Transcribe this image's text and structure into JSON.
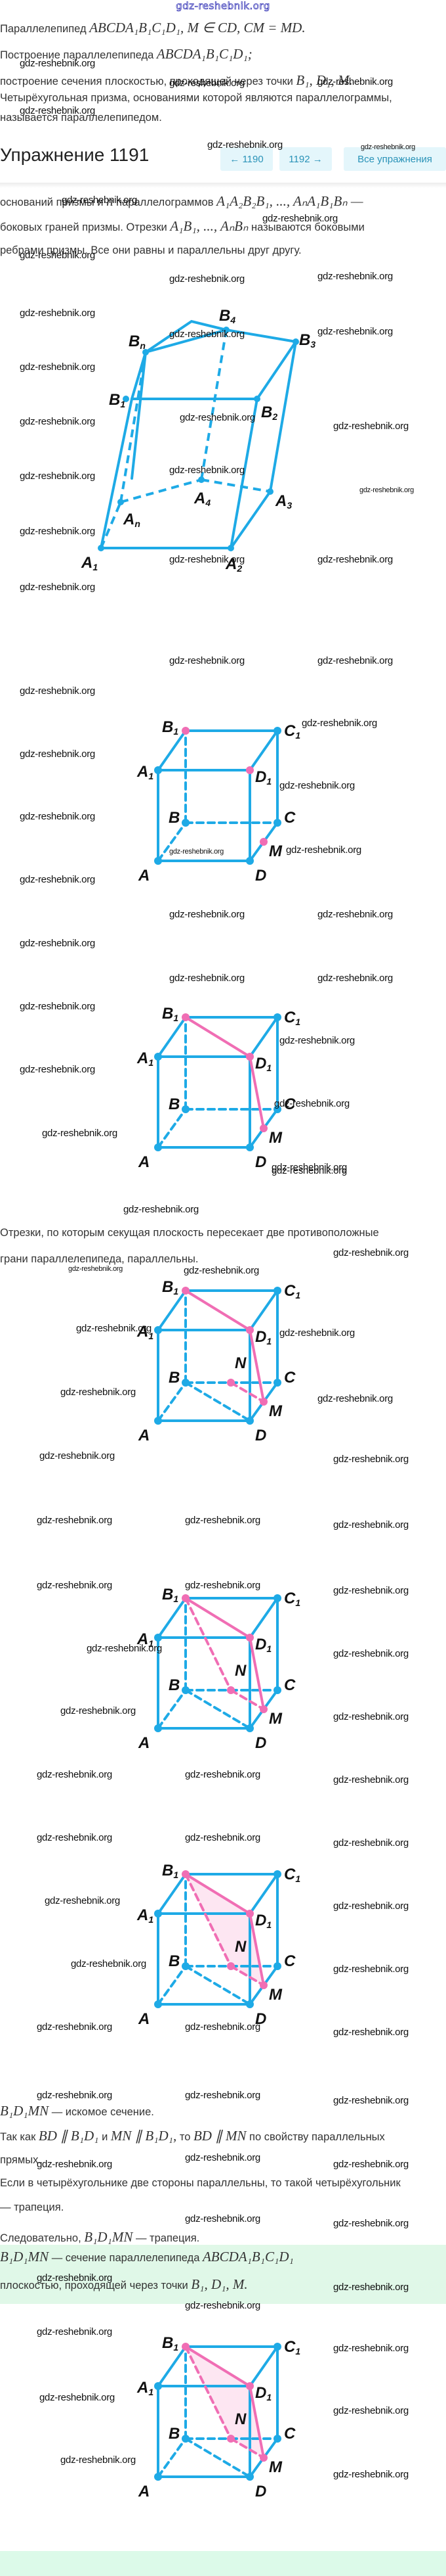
{
  "site": {
    "logo": "gdz-reshebnik.org",
    "watermark": "gdz-reshebnik.org"
  },
  "given": {
    "line1_text": "Параллелепипед ",
    "line1_math": "ABCDA₁B₁C₁D₁, M ∈ CD, CM = MD.",
    "line2_text": "Построение параллелепипеда ",
    "line2_math": "ABCDA₁B₁C₁D₁;",
    "line3_text": "построение сечения плоскостью, проходящей через точки ",
    "line3_math": "B₁, D₁, M.",
    "line4_text": "Четырёхугольная призма, основаниями которой являются параллелограммы,",
    "line5_text": "называется параллелепипедом."
  },
  "header": {
    "title": "Упражнение 1191",
    "prev_label": "← 1190",
    "next_label": "1192 →",
    "all_label": "Все упражнения"
  },
  "prism_text": {
    "line1_text": "оснований призмы и ",
    "line1_n": "n",
    "line1_text2": " параллелограммов ",
    "line1_math": "A₁A₂B₂B₁, ..., AₙA₁B₁Bₙ —",
    "line2_text": "боковых граней призмы. Отрезки ",
    "line2_math": "A₁B₁, ..., AₙBₙ",
    "line2_text2": " называются боковыми",
    "line3_text": "ребрами призмы. Все они равны и параллельны друг другу."
  },
  "figure_prism": {
    "labels": {
      "A1": "A",
      "A2": "A",
      "A3": "A",
      "A4": "A",
      "An": "A",
      "B1": "B",
      "B2": "B",
      "B3": "B",
      "B4": "B",
      "Bn": "B"
    },
    "subs": {
      "A1": "1",
      "A2": "2",
      "A3": "3",
      "A4": "4",
      "An": "n",
      "B1": "1",
      "B2": "2",
      "B3": "3",
      "B4": "4",
      "Bn": "n"
    }
  },
  "cube_labels": {
    "A": "A",
    "B": "B",
    "C": "C",
    "D": "D",
    "A1": "A",
    "B1": "B",
    "C1": "C",
    "D1": "D",
    "sub1": "1",
    "M": "M",
    "N": "N"
  },
  "opposite_faces_text": {
    "line1": "Отрезки, по которым секущая плоскость пересекает две противоположные",
    "line2": "грани параллелепипеда, параллельны."
  },
  "conclusion": {
    "section_math": "B₁D₁MN",
    "section_text": " — искомое сечение.",
    "since_text1": "Так как ",
    "since_math1": "BD ∥ B₁D₁",
    "since_text2": " и ",
    "since_math2": "MN ∥ B₁D₁,",
    "since_text3": " то ",
    "since_math3": "BD ∥ MN",
    "since_text4": " по свойству параллельных",
    "since_line2": "прямых.",
    "trap_line1": "Если в четырёхугольнике две стороны параллельны, то такой четырёхугольник",
    "trap_line2": "— трапеция.",
    "therefore_text": "Следовательно, ",
    "therefore_math": "B₁D₁MN",
    "therefore_text2": " — трапеция."
  },
  "answer": {
    "math1": "B₁D₁MN",
    "text1": " — сечение параллелепипеда ",
    "math2": "ABCDA₁B₁C₁D₁",
    "text2": "плоскостью, проходящей через точки ",
    "math3": "B₁, D₁, M."
  },
  "colors": {
    "edge": "#1eaae6",
    "section": "#f06eb4",
    "section_fill": "#fde6f2",
    "nav_bg": "#e4f6fb",
    "nav_text": "#2a93b8",
    "answer_bg": "#e0f8e8"
  }
}
